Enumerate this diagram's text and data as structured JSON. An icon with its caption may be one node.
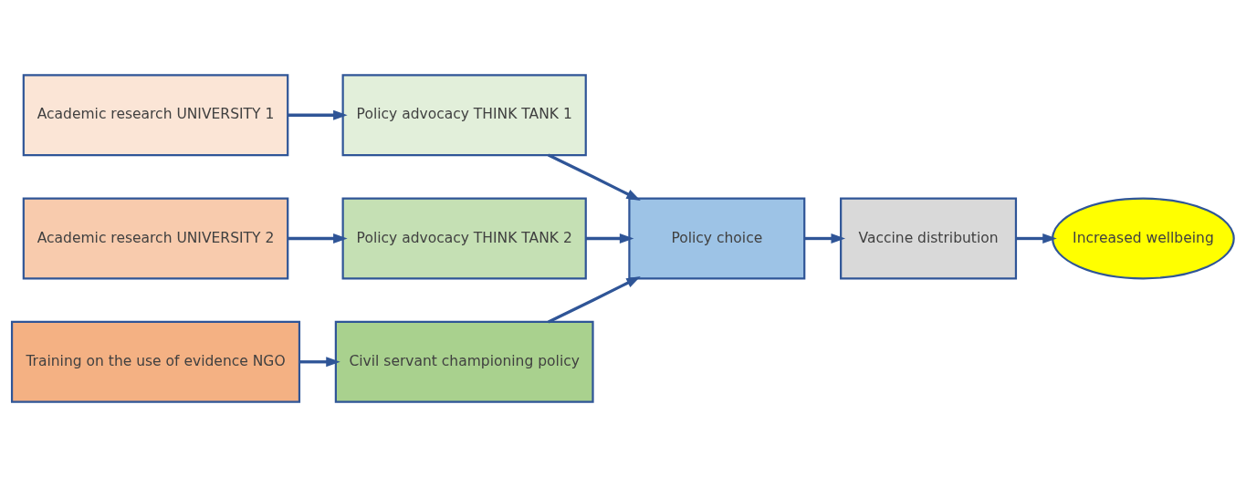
{
  "diagram": {
    "nodes": [
      {
        "text": [
          "Academic research UNIVERSITY 1"
        ]
      },
      {
        "text": [
          "Policy advocacy THINK TANK 1"
        ]
      },
      {
        "text": [
          "Academic research UNIVERSITY 2"
        ]
      },
      {
        "text": [
          "Policy advocacy THINK TANK 2"
        ]
      },
      {
        "text": [
          "Training on the use of evidence NGO"
        ]
      },
      {
        "text": [
          "Civil servant championing policy"
        ]
      },
      {
        "text": [
          "Policy choice"
        ]
      },
      {
        "text": [
          "Vaccine distribution"
        ]
      },
      {
        "text": [
          "Increased wellbeing"
        ]
      }
    ],
    "edges": [
      {
        "from": 0,
        "to": 1,
        "arrow": "to"
      },
      {
        "from": 1,
        "to": 6,
        "arrow": "to"
      },
      {
        "from": 2,
        "to": 3,
        "arrow": "to"
      },
      {
        "from": 3,
        "to": 6,
        "arrow": "to"
      },
      {
        "from": 4,
        "to": 5,
        "arrow": "to"
      },
      {
        "from": 5,
        "to": 6,
        "arrow": "to"
      },
      {
        "from": 6,
        "to": 7,
        "arrow": "to"
      },
      {
        "from": 7,
        "to": 8,
        "arrow": "to"
      }
    ]
  }
}
